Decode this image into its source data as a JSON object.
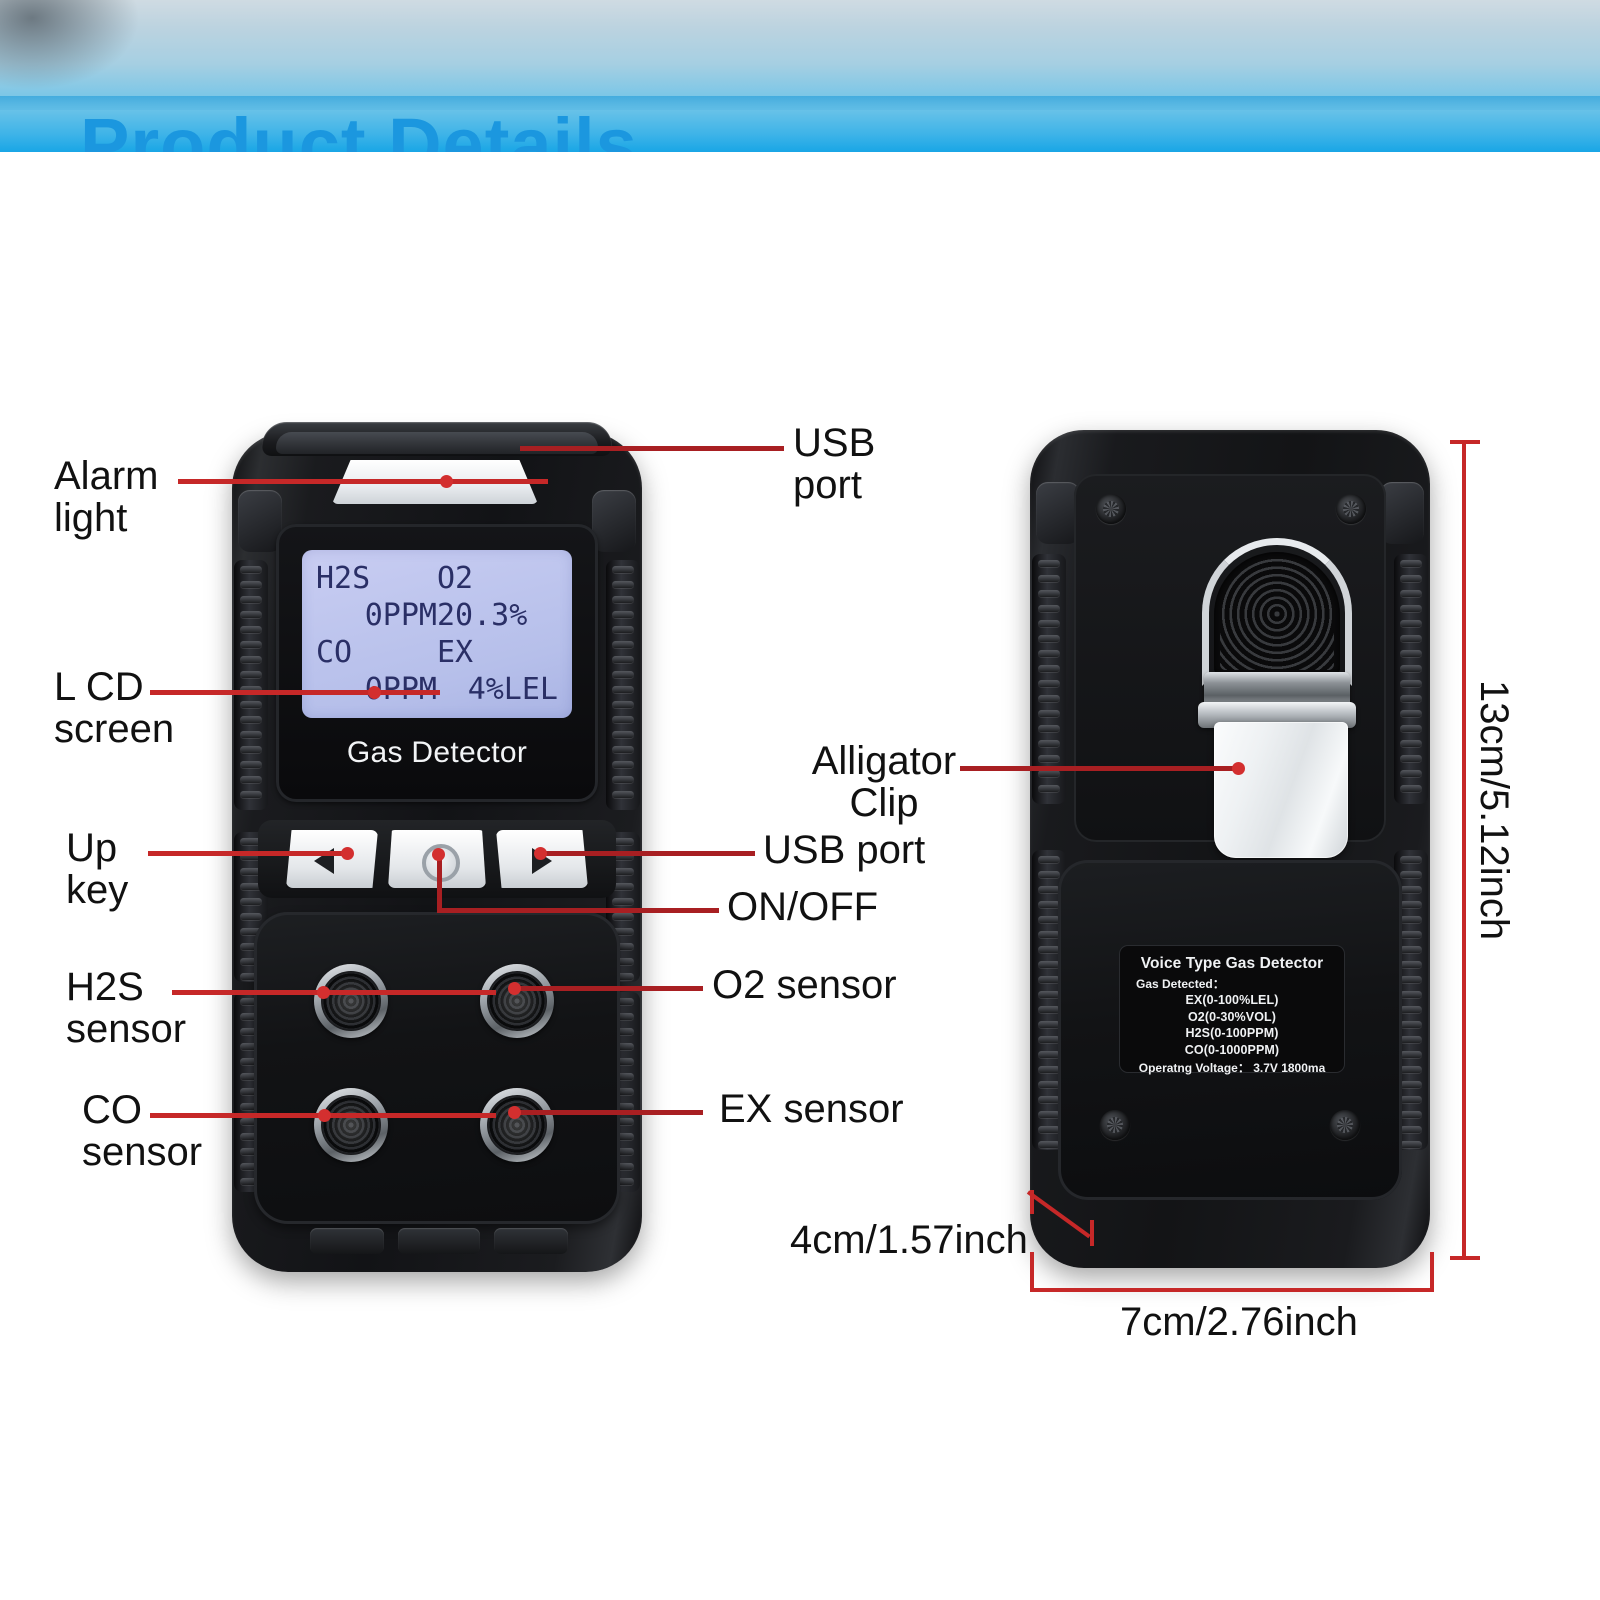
{
  "banner": {
    "title": "Product Details"
  },
  "front_device": {
    "brand_label": "Gas Detector",
    "lcd": {
      "row1_left_label": "H2S",
      "row1_right_label": "O2",
      "row2_left_value": "0PPM",
      "row2_right_value": "20.3%",
      "row3_left_label": "CO",
      "row3_right_label": "EX",
      "row4_left_value": "0PPM",
      "row4_right_value": "4%LEL"
    },
    "keys": {
      "left": "up-key",
      "center": "power-key",
      "right": "down-key"
    }
  },
  "back_device": {
    "spec_label": {
      "title": "Voice Type Gas Detector",
      "subtitle": "Gas Detected：",
      "gases": [
        "EX(0-100%LEL)",
        "O2(0-30%VOL)",
        "H2S(0-100PPM)",
        "CO(0-1000PPM)"
      ],
      "voltage": "Operatng Voltage：  3.7V 1800ma"
    }
  },
  "callouts": {
    "left": [
      {
        "id": "alarm-light",
        "text": "Alarm\nlight"
      },
      {
        "id": "lcd-screen",
        "text": "L CD\nscreen"
      },
      {
        "id": "up-key",
        "text": "Up\nkey"
      },
      {
        "id": "h2s-sensor",
        "text": "H2S\nsensor"
      },
      {
        "id": "co-sensor",
        "text": "CO\nsensor"
      }
    ],
    "right": [
      {
        "id": "usb-port-top",
        "text": "USB\nport"
      },
      {
        "id": "alligator-clip",
        "text": "Alligator\nClip"
      },
      {
        "id": "usb-port",
        "text": "USB port"
      },
      {
        "id": "on-off",
        "text": "ON/OFF"
      },
      {
        "id": "o2-sensor",
        "text": "O2 sensor"
      },
      {
        "id": "ex-sensor",
        "text": "EX sensor"
      }
    ]
  },
  "dimensions": {
    "height": "13cm/5.12inch",
    "depth": "4cm/1.57inch",
    "width": "7cm/2.76inch"
  },
  "colors": {
    "accent_red": "#c62828",
    "banner_blue": "#1b97df",
    "lcd_backlight": "#bfc6ee",
    "lcd_text": "#2a2f66"
  }
}
